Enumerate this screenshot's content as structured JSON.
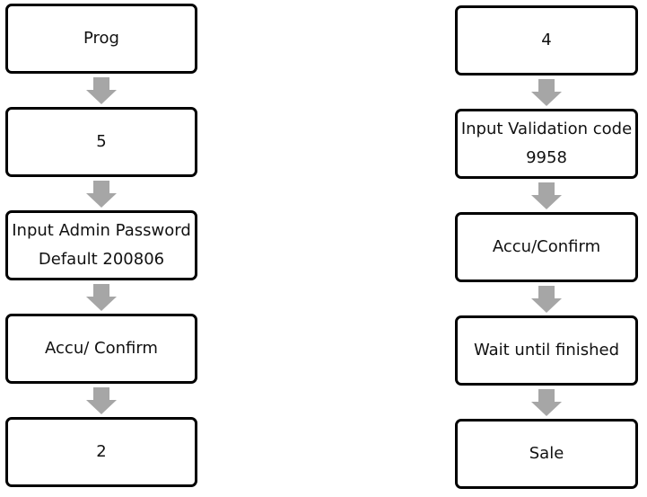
{
  "left_column": {
    "step1": "Prog",
    "step2": "5",
    "step3_line1": "Input Admin Password",
    "step3_line2": "Default 200806",
    "step4": "Accu/ Confirm",
    "step5": "2"
  },
  "right_column": {
    "step1": "4",
    "step2_line1": "Input Validation code",
    "step2_line2": "9958",
    "step3": "Accu/Confirm",
    "step4": "Wait until finished",
    "step5": "Sale"
  },
  "colors": {
    "box_border": "#000000",
    "arrow_fill": "#a6a6a6",
    "text": "#111111",
    "background": "#ffffff"
  },
  "icons": {
    "connector": "down-arrow-icon"
  }
}
